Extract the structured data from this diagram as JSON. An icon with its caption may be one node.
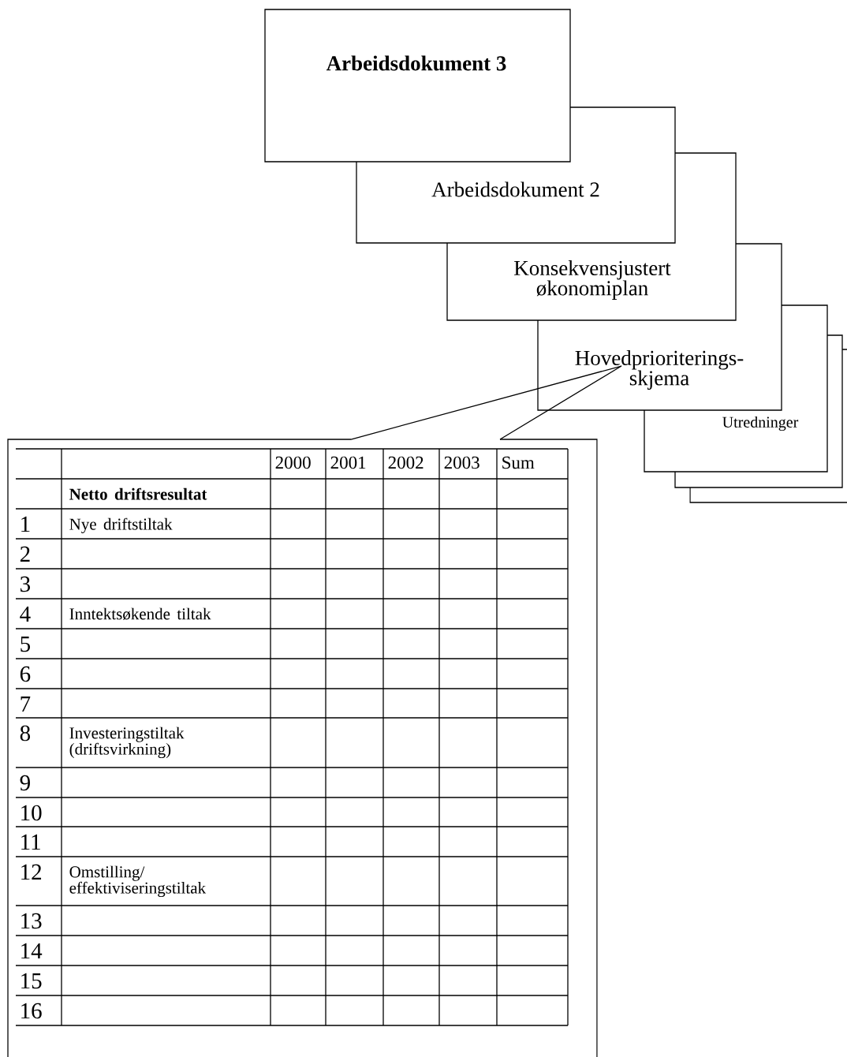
{
  "diagram": {
    "nodes": [
      {
        "text": [
          "Arbeidsdokument 3"
        ]
      },
      {
        "text": [
          "Arbeidsdokument 2"
        ]
      },
      {
        "text": [
          "Konsekvensjustert økonomiplan"
        ]
      },
      {
        "text": [
          "Hovedprioriterings- skjema"
        ]
      },
      {
        "text": [
          "Utredninger"
        ]
      },
      {
        "text": [],
        "shape": "box"
      },
      {
        "text": [],
        "shape": "box"
      },
      {
        "text": [],
        "shape": "box"
      }
    ],
    "edges": [
      {
        "from": 7,
        "to": 3,
        "arrow": "none"
      }
    ],
    "labels": [
      "2000",
      "2001",
      "2002",
      "2003",
      "Sum",
      "Netto driftsresultat",
      "1",
      "Nye driftstiltak",
      "2",
      "3",
      "4",
      "Inntektsøkende tiltak",
      "5",
      "6",
      "7",
      "8",
      "Investeringstiltak (driftsvirkning)",
      "9",
      "10",
      "11",
      "12",
      "Omstilling/ effektiviseringstiltak",
      "13",
      "14",
      "15",
      "16"
    ]
  }
}
